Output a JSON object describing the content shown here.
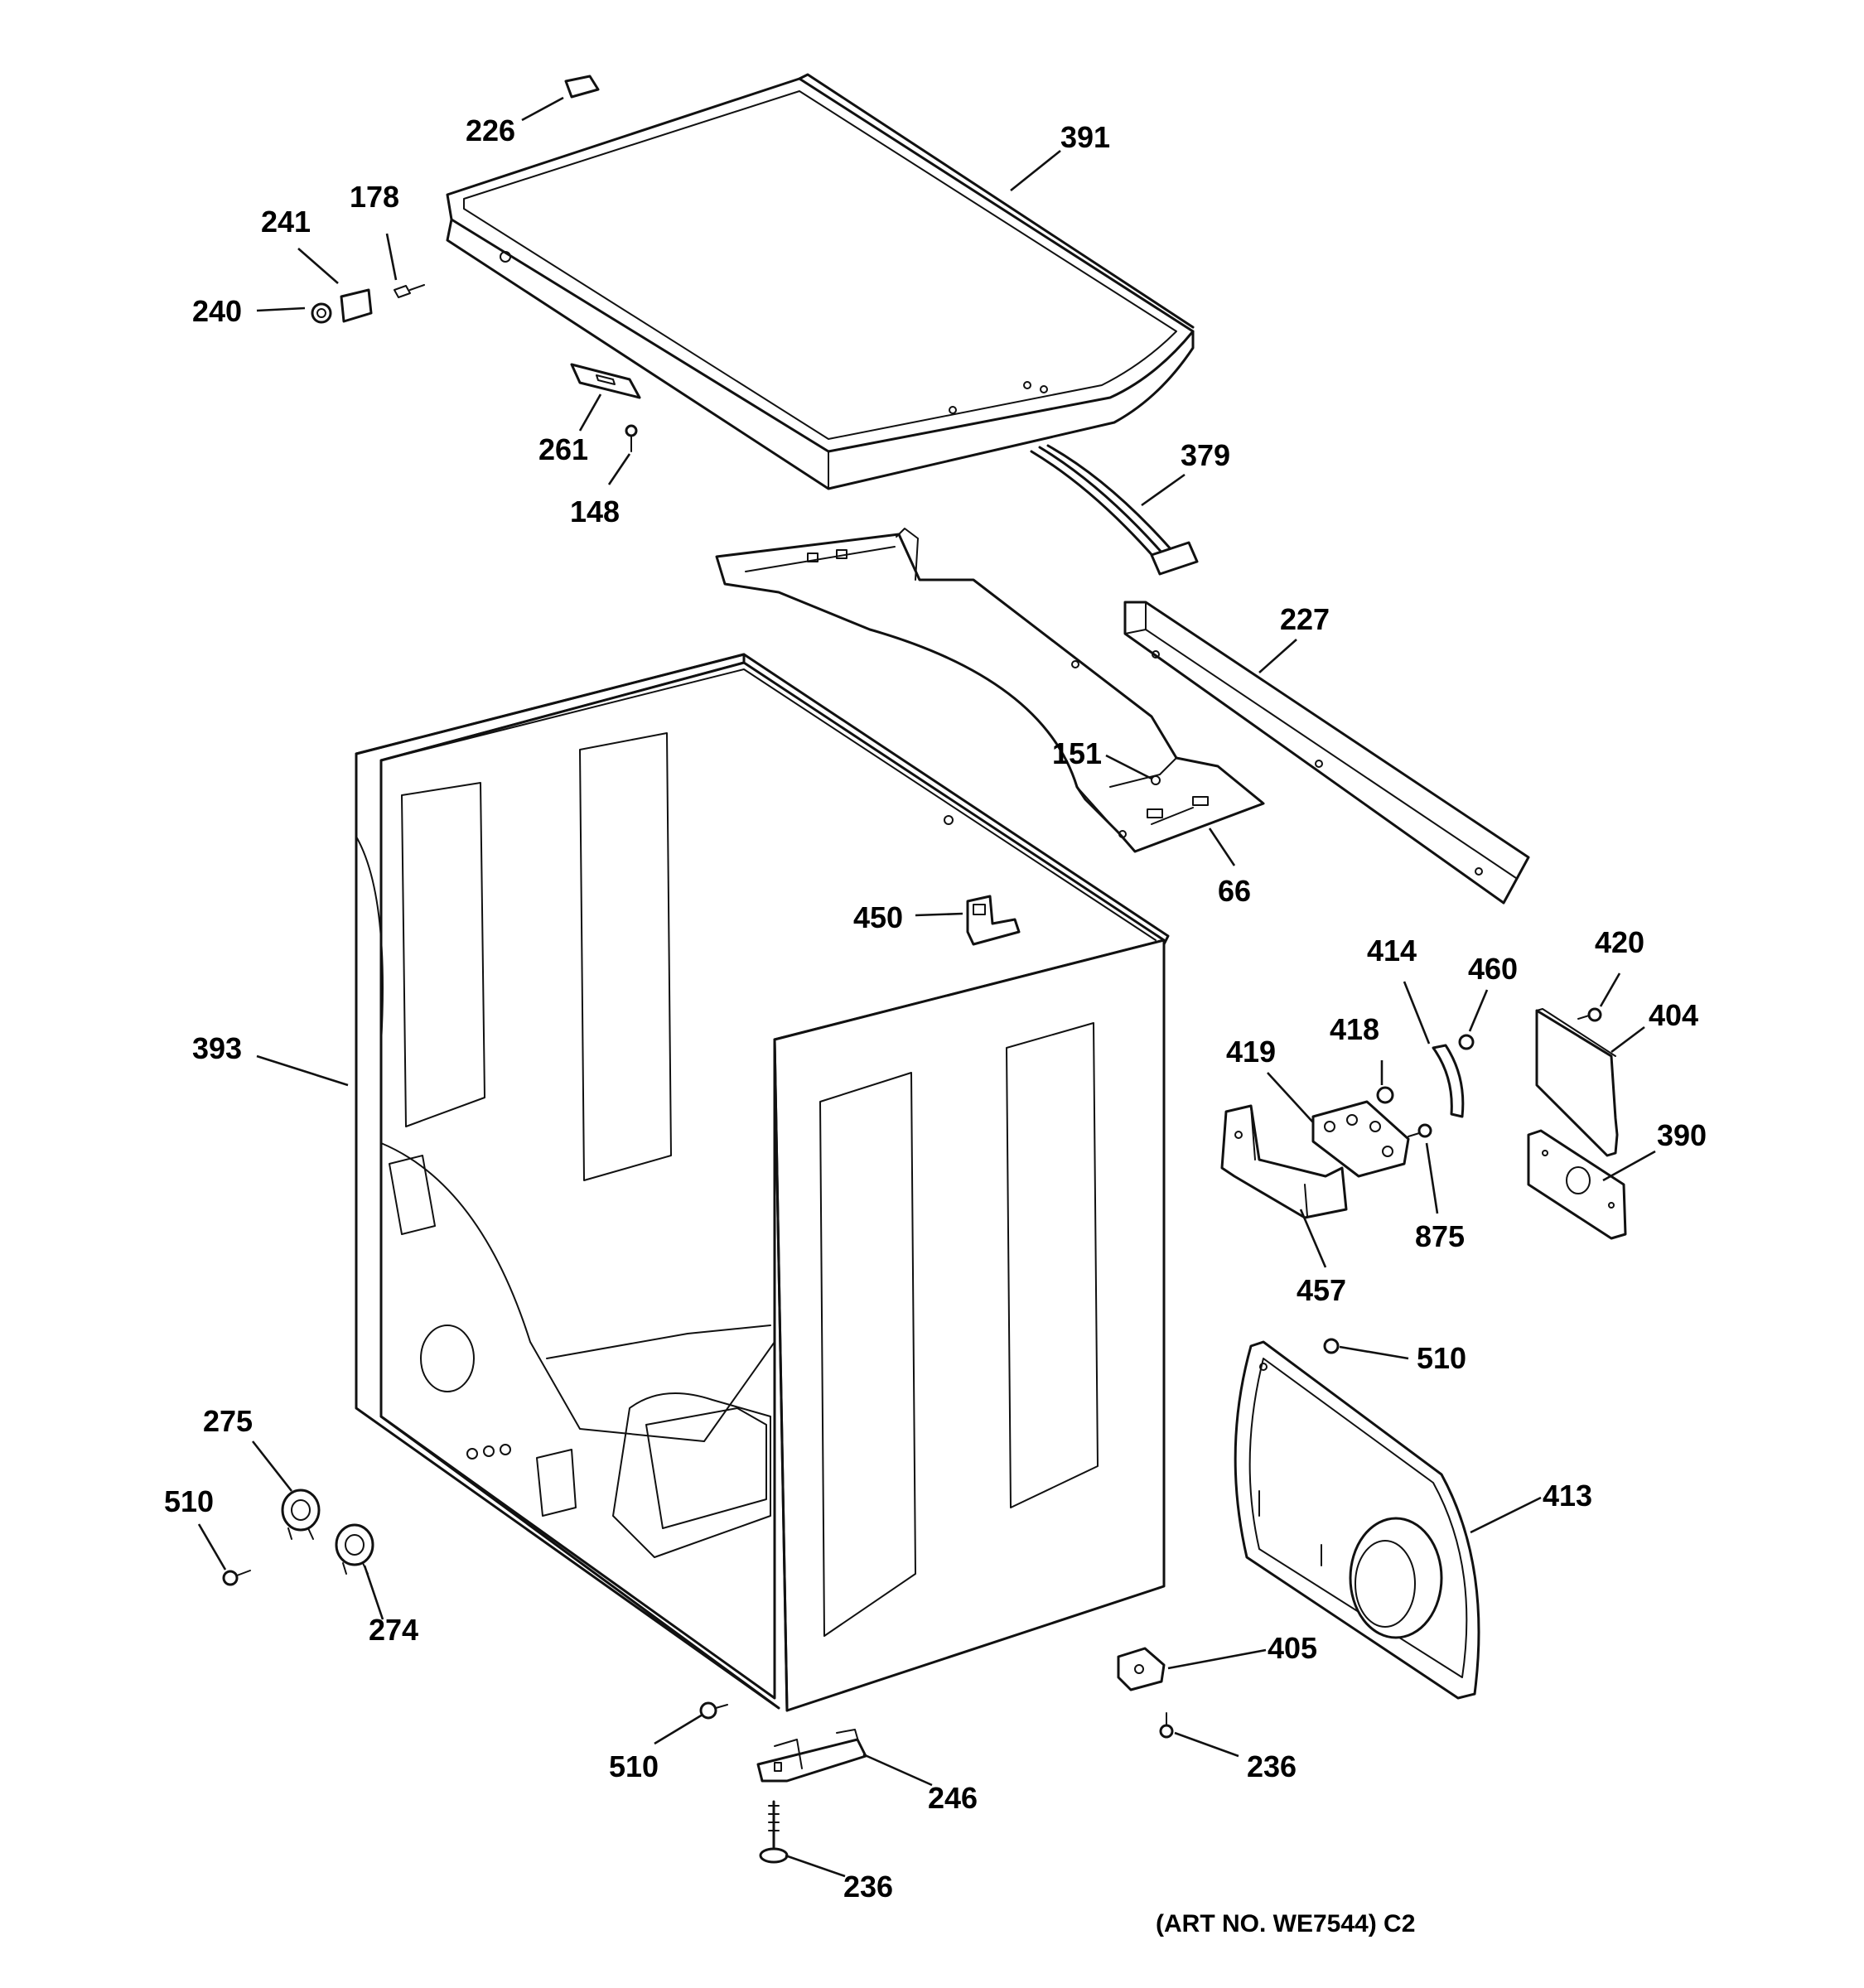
{
  "callouts": [
    {
      "id": "226",
      "text": "226"
    },
    {
      "id": "391",
      "text": "391"
    },
    {
      "id": "178",
      "text": "178"
    },
    {
      "id": "241",
      "text": "241"
    },
    {
      "id": "240",
      "text": "240"
    },
    {
      "id": "261",
      "text": "261"
    },
    {
      "id": "148",
      "text": "148"
    },
    {
      "id": "379",
      "text": "379"
    },
    {
      "id": "227",
      "text": "227"
    },
    {
      "id": "151",
      "text": "151"
    },
    {
      "id": "66",
      "text": "66"
    },
    {
      "id": "450",
      "text": "450"
    },
    {
      "id": "414",
      "text": "414"
    },
    {
      "id": "460",
      "text": "460"
    },
    {
      "id": "420",
      "text": "420"
    },
    {
      "id": "404",
      "text": "404"
    },
    {
      "id": "418",
      "text": "418"
    },
    {
      "id": "419",
      "text": "419"
    },
    {
      "id": "393",
      "text": "393"
    },
    {
      "id": "390",
      "text": "390"
    },
    {
      "id": "875",
      "text": "875"
    },
    {
      "id": "457",
      "text": "457"
    },
    {
      "id": "510a",
      "text": "510"
    },
    {
      "id": "275",
      "text": "275"
    },
    {
      "id": "510b",
      "text": "510"
    },
    {
      "id": "413",
      "text": "413"
    },
    {
      "id": "274",
      "text": "274"
    },
    {
      "id": "405",
      "text": "405"
    },
    {
      "id": "510c",
      "text": "510"
    },
    {
      "id": "236a",
      "text": "236"
    },
    {
      "id": "246",
      "text": "246"
    },
    {
      "id": "236b",
      "text": "236"
    }
  ],
  "art_number": "(ART NO. WE7544) C2"
}
